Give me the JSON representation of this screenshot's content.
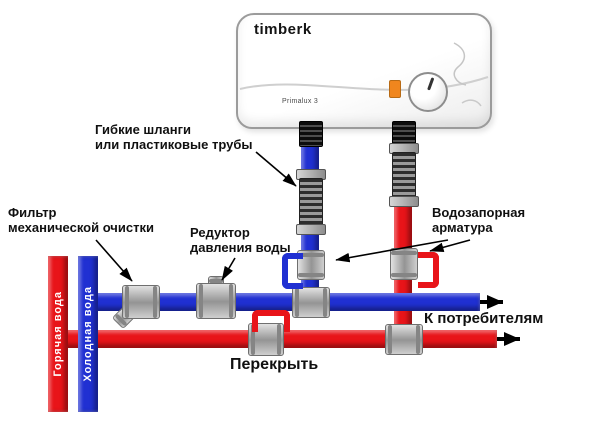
{
  "diagram": {
    "heater": {
      "brand": "timberk",
      "model": "Primalux 3"
    },
    "labels": {
      "flexible_hoses": [
        "Гибкие шланги",
        "или пластиковые трубы"
      ],
      "filter": [
        "Фильтр",
        "механической очистки"
      ],
      "pressure_reducer": [
        "Редуктор",
        "давления воды"
      ],
      "shutoff_valve": [
        "Водозапорная",
        "арматура"
      ],
      "to_consumers": "К потребителям",
      "shut_off": "Перекрыть",
      "hot_water": "Горячая вода",
      "cold_water": "Холодная вода"
    },
    "colors": {
      "hot_pipe": "#e81419",
      "cold_pipe": "#2030d2",
      "fitting_gray": "#b5b5b5",
      "accent_orange": "#f0861e"
    }
  }
}
